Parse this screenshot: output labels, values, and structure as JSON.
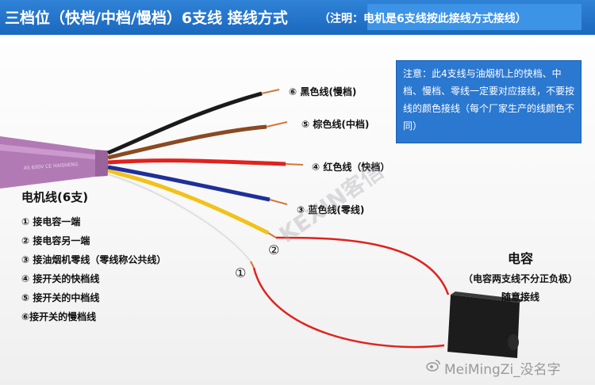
{
  "header": {
    "title": "三档位（快档/中档/慢档）6支线 接线方式",
    "note": "（注明：电机是6支线按此接线方式接线）"
  },
  "notice": {
    "text": "注意：此4支线与油烟机上的快档、中档、慢档、零线一定要对应接线，不要按线的颜色接线（每个厂家生产的线颜色不同）"
  },
  "wires": {
    "black": "⑥  黑色线(慢档)",
    "brown": "⑤ 棕色线(中档)",
    "red": "④ 红色线（快档）",
    "blue": "③ 蓝色线(零线)",
    "marker_2": "②",
    "marker_1": "①"
  },
  "motor": {
    "title": "电机线(6支)",
    "items": [
      "① 接电容一端",
      "② 接电容另一端",
      "③ 接油烟机零线（零线称公共线）",
      "④ 接开关的快档线",
      "⑤ 接开关的中档线",
      "⑥接开关的慢档线"
    ]
  },
  "capacitor": {
    "title": "电容",
    "note": "（电容两支线不分正负极）",
    "note2": "随意接线"
  },
  "watermark": "KEXIN客信",
  "credit": "MeiMingZi_没名字",
  "colors": {
    "title_bg": "#1b68bf",
    "notice_bg": "#2b78d0",
    "cable_purple": "#b27ab4",
    "wire_black": "#1a1a1a",
    "wire_brown": "#8a4a22",
    "wire_red": "#e0221e",
    "wire_blue": "#1f2f9a",
    "wire_yellow": "#f2c21a",
    "wire_white": "#f4f4f4",
    "capacitor": "#1c1c1c"
  }
}
